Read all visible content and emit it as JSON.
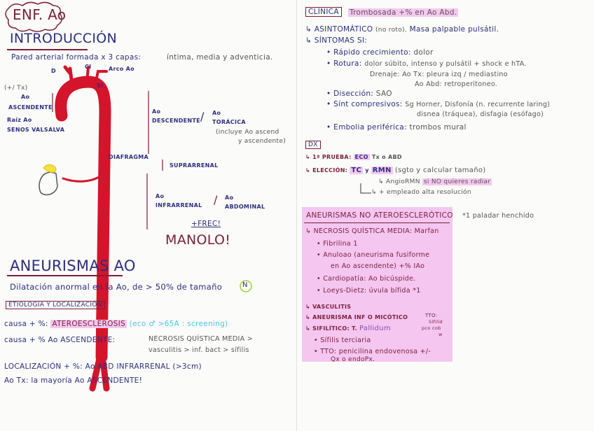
{
  "title": "ENF. Ao",
  "intro": {
    "heading": "INTRODUCCIÓN",
    "line_a": "Pared arterial formada x 3 capas:",
    "line_b": "íntima, media y adventicia."
  },
  "diagram": {
    "d": "D",
    "ci": "CI",
    "arco": "Arco Ao",
    "si": "SI",
    "tx": "(+/ Tx)",
    "ao": "Ao",
    "ascendente": "ASCENDENTE",
    "raiz": "Raíz Ao",
    "senos": "SENOS VALSALVA",
    "desc_a": "Ao",
    "desc_b": "DESCENDENTE",
    "slash1": "/",
    "tor_a": "Ao",
    "tor_b": "TORÁCICA",
    "incl_a": "(incluye Ao ascend",
    "incl_b": "y ascendente)",
    "diafragma": "DIAFRAGMA",
    "suprarrenal": "SUPRARRENAL",
    "infra_a": "Ao",
    "infra_b": "INFRARRENAL",
    "slash2": "/",
    "abd_a": "Ao",
    "abd_b": "ABDOMINAL",
    "frec": "+FREC!",
    "manolo": "MANOLO!",
    "colors": {
      "aorta": "#d4142a",
      "kidney": "#555555",
      "adrenal": "#f2e23a"
    }
  },
  "aneurismas": {
    "heading": "ANEURISMAS AO",
    "def": "Dilatación anormal en la Ao, de > 50% de tamaño",
    "n": "N",
    "etiologia": "ETIOLOGÍA Y LOCALIZACIÓN",
    "b1_label": "causa + %:",
    "b1_hl": "ATEROESCLEROSIS",
    "b1_note": "(eco ♂ >65A : screening)",
    "b2_label": "causa + % Ao ASCENDENTE:",
    "b2_a": "NECROSIS QUÍSTICA MEDIA >",
    "b2_b": "vasculitis > inf. bact > sífilis",
    "b3": "LOCALIZACIÓN + %: Ao ABD INFRARRENAL (>3cm)",
    "b4": "Ao Tx: la mayoría Ao ASCENDENTE!"
  },
  "clinica": {
    "label": "CLÍNICA",
    "hl": "Trombosada +% en Ao Abd.",
    "l1a": "↳ ASINTOMÁTICO",
    "l1b": "(no roto).",
    "l1c": "Masa palpable pulsátil.",
    "l2": "↳ SÍNTOMAS SI:",
    "r1a": "• Rápido crecimiento:",
    "r1b": "dolor",
    "r2a": "• Rotura:",
    "r2b": "dolor súbito, intenso y pulsátil + shock e hTA.",
    "r2c": "Drenaje: Ao Tx: pleura izq / mediastino",
    "r2d": "Ao Abd: retroperitoneo.",
    "r3a": "• Disección:",
    "r3b": "SAO",
    "r4a": "• Sínt compresivos:",
    "r4b": "Sg Horner, Disfonía (n. recurrente laring)",
    "r4c": "disnea (tráquea), disfagia (esófago)",
    "r5a": "• Embolia periférica:",
    "r5b": "trombos mural"
  },
  "dx": {
    "label": "DX",
    "l1a": "↳ 1ª PRUEBA:",
    "l1b": "ECO",
    "l1c": "Tx o ABD",
    "l2a": "↳ ELECCIÓN:",
    "l2b": "TC",
    "l2c": "y",
    "l2d": "RMN",
    "l2e": "(sgto y calcular tamaño)",
    "l3a": "↳ AngioRMN",
    "l3b": "si NO quieres radiar",
    "l4": "↳ + empleado alta resolución"
  },
  "no_atero": {
    "heading": "ANEURISMAS NO ATEROESCLERÓTICO",
    "note": "*1 paladar henchido",
    "l1": "↳ NECROSIS QUÍSTICA MEDIA: Marfan",
    "l2": "• Fibrilina 1",
    "l3": "• Anuloao (aneurisma fusiforme",
    "l4": "en Ao ascendente) +% IAo",
    "l5": "• Cardiopatía: Ao bicúspide.",
    "l6": "• Loeys-Dietz: úvula bífida *1",
    "l7": "↳ VASCULITIS",
    "l8": "↳ ANEURISMA INF O MICÓTICO",
    "l8n": "TTO:",
    "l9a": "↳ SIFILÍTICO: T.",
    "l9b": "Pallidum",
    "l9n1": "Sífilid",
    "l9n2": "pco cob",
    "l9n3": "w",
    "l10": "• Sífilis terciaria",
    "l11": "• TTO: penicilina endovenosa +/-",
    "l12": "Qx o endoPx."
  }
}
